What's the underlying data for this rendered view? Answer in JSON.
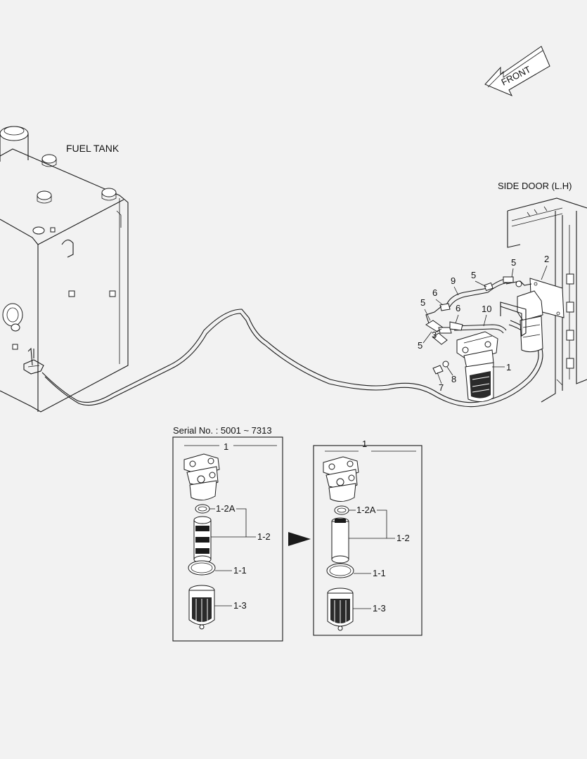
{
  "labels": {
    "fuel_tank": "FUEL TANK",
    "side_door": "SIDE DOOR (L.H)",
    "front": "FRONT",
    "serial": "Serial No. : 5001 ~ 7313"
  },
  "callouts": {
    "p1": "1",
    "p2": "2",
    "p3": "3",
    "p5a": "5",
    "p5b": "5",
    "p5c": "5",
    "p5d": "5",
    "p6a": "6",
    "p6b": "6",
    "p7": "7",
    "p8": "8",
    "p9": "9",
    "p10": "10"
  },
  "old_kit": {
    "header": "1",
    "item_1_2A": "1-2A",
    "item_1_2": "1-2",
    "item_1_1": "1-1",
    "item_1_3": "1-3"
  },
  "new_kit": {
    "header": "1",
    "item_1_2A": "1-2A",
    "item_1_2": "1-2",
    "item_1_1": "1-1",
    "item_1_3": "1-3"
  }
}
